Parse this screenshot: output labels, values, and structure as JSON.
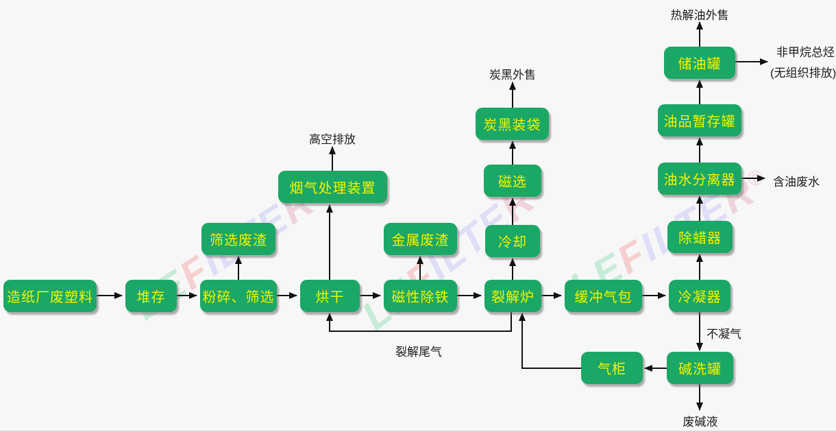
{
  "diagram": {
    "description": "Paper mill waste plastic pyrolysis process flow diagram",
    "nodes": [
      {
        "id": "waste-plastic",
        "label": "造纸厂废塑料"
      },
      {
        "id": "stockpiling",
        "label": "堆存"
      },
      {
        "id": "crushing-screening",
        "label": "粉碎、筛选"
      },
      {
        "id": "drying",
        "label": "烘干"
      },
      {
        "id": "magnetic-iron-removal",
        "label": "磁性除铁"
      },
      {
        "id": "pyrolysis-furnace",
        "label": "裂解炉"
      },
      {
        "id": "buffer-gas-bag",
        "label": "缓冲气包"
      },
      {
        "id": "condenser",
        "label": "冷凝器"
      },
      {
        "id": "screening-residue",
        "label": "筛选废渣"
      },
      {
        "id": "flue-gas-treatment",
        "label": "烟气处理装置"
      },
      {
        "id": "metal-residue",
        "label": "金属废渣"
      },
      {
        "id": "cooling",
        "label": "冷却"
      },
      {
        "id": "magnetic-separation",
        "label": "磁选"
      },
      {
        "id": "carbon-black-bagging",
        "label": "炭黑装袋"
      },
      {
        "id": "dewaxer",
        "label": "除蜡器"
      },
      {
        "id": "oil-water-separator",
        "label": "油水分离器"
      },
      {
        "id": "oil-temp-tank",
        "label": "油品暂存罐"
      },
      {
        "id": "oil-storage-tank",
        "label": "储油罐"
      },
      {
        "id": "alkali-washing-tank",
        "label": "碱洗罐"
      },
      {
        "id": "gas-holder",
        "label": "气柜"
      }
    ],
    "annotations": [
      {
        "id": "high-altitude-discharge",
        "text": "高空排放"
      },
      {
        "id": "carbon-black-sale",
        "text": "炭黑外售"
      },
      {
        "id": "pyrolysis-oil-sale",
        "text": "热解油外售"
      },
      {
        "id": "nmhc-line1",
        "text": "非甲烷总烃"
      },
      {
        "id": "nmhc-line2",
        "text": "(无组织排放)"
      },
      {
        "id": "oily-wastewater",
        "text": "含油废水"
      },
      {
        "id": "non-condensable-gas",
        "text": "不凝气"
      },
      {
        "id": "pyrolysis-tail-gas",
        "text": "裂解尾气"
      },
      {
        "id": "waste-alkali-liquid",
        "text": "废碱液"
      }
    ],
    "edges": [
      {
        "from": "造纸厂废塑料",
        "to": "堆存"
      },
      {
        "from": "堆存",
        "to": "粉碎、筛选"
      },
      {
        "from": "粉碎、筛选",
        "to": "烘干"
      },
      {
        "from": "烘干",
        "to": "磁性除铁"
      },
      {
        "from": "磁性除铁",
        "to": "裂解炉"
      },
      {
        "from": "裂解炉",
        "to": "缓冲气包"
      },
      {
        "from": "缓冲气包",
        "to": "冷凝器"
      },
      {
        "from": "粉碎、筛选",
        "to": "筛选废渣"
      },
      {
        "from": "烘干",
        "to": "烟气处理装置"
      },
      {
        "from": "烟气处理装置",
        "to": "高空排放"
      },
      {
        "from": "磁性除铁",
        "to": "金属废渣"
      },
      {
        "from": "裂解炉",
        "to": "冷却"
      },
      {
        "from": "冷却",
        "to": "磁选"
      },
      {
        "from": "磁选",
        "to": "炭黑装袋"
      },
      {
        "from": "炭黑装袋",
        "to": "炭黑外售"
      },
      {
        "from": "冷凝器",
        "to": "除蜡器"
      },
      {
        "from": "除蜡器",
        "to": "油水分离器"
      },
      {
        "from": "油水分离器",
        "to": "含油废水"
      },
      {
        "from": "油水分离器",
        "to": "油品暂存罐"
      },
      {
        "from": "油品暂存罐",
        "to": "储油罐"
      },
      {
        "from": "储油罐",
        "to": "热解油外售"
      },
      {
        "from": "储油罐",
        "to": "非甲烷总烃(无组织排放)"
      },
      {
        "from": "冷凝器",
        "to": "碱洗罐",
        "label": "不凝气"
      },
      {
        "from": "碱洗罐",
        "to": "气柜"
      },
      {
        "from": "碱洗罐",
        "to": "废碱液"
      },
      {
        "from": "气柜",
        "to": "裂解炉"
      },
      {
        "from": "裂解炉",
        "to": "烘干",
        "label": "裂解尾气"
      }
    ],
    "watermark": {
      "text": "LEFILTER",
      "symbol": "®"
    },
    "colors": {
      "box_fill": "#1ba765",
      "box_text": "#f3f400",
      "arrow": "#111111",
      "label_text": "#1c1c1c",
      "background": "#f7f7f8"
    }
  }
}
